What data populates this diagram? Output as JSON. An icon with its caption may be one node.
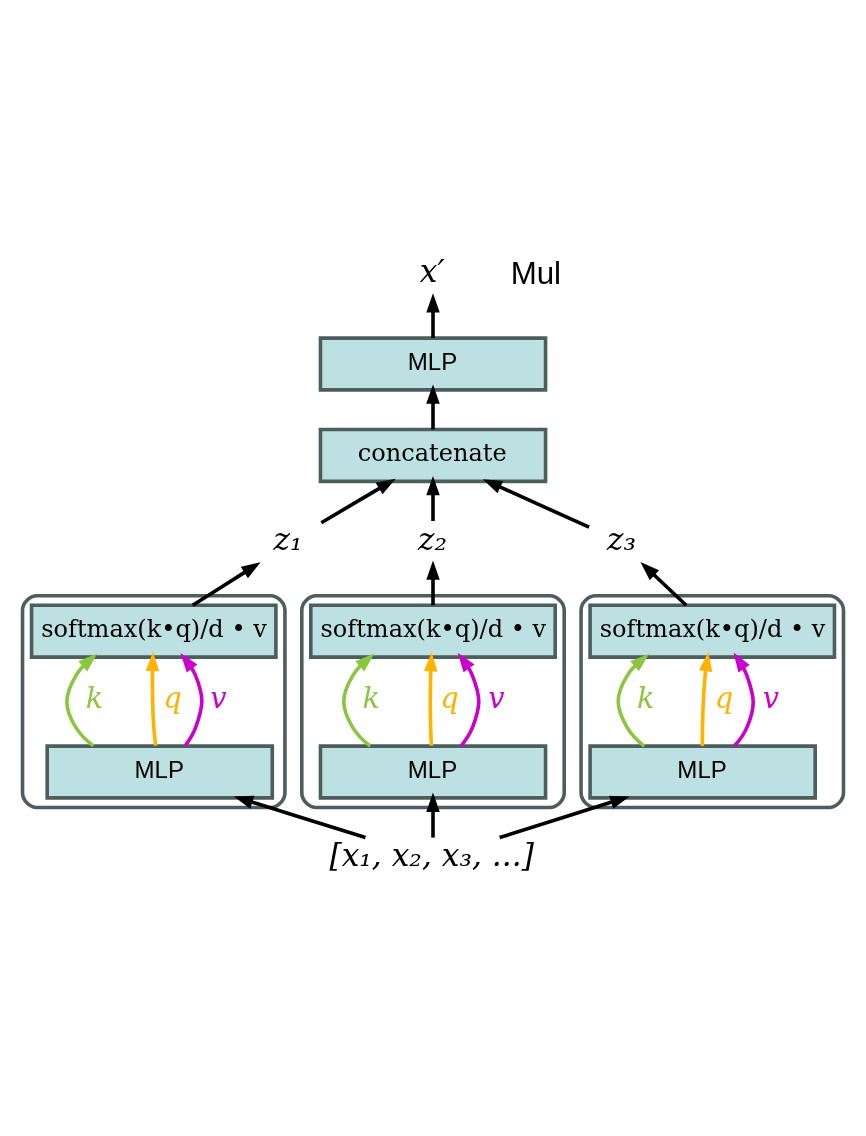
{
  "diagram": {
    "nodes": [
      {
        "text": [
          "x′"
        ]
      },
      {
        "text": [
          "MLP"
        ]
      },
      {
        "text": [
          "concatenate"
        ]
      },
      {
        "text": [
          "z₁"
        ]
      },
      {
        "text": [
          "z₂"
        ]
      },
      {
        "text": [
          "z₃"
        ]
      },
      {
        "text": [],
        "shape": "box"
      },
      {
        "text": [
          "softmax(k•q)/d • v"
        ],
        "in": 6
      },
      {
        "text": [
          "MLP"
        ],
        "in": 6
      },
      {
        "text": [],
        "shape": "box"
      },
      {
        "text": [
          "softmax(k•q)/d • v"
        ],
        "in": 9
      },
      {
        "text": [
          "MLP"
        ],
        "in": 9
      },
      {
        "text": [],
        "shape": "box"
      },
      {
        "text": [
          "softmax(k•q)/d • v"
        ],
        "in": 12
      },
      {
        "text": [
          "MLP"
        ],
        "in": 12
      },
      {
        "text": [
          "[x₁, x₂, x₃, ...]"
        ]
      }
    ],
    "edges": [
      {
        "from": 15,
        "to": 8,
        "arrow": "to"
      },
      {
        "from": 15,
        "to": 11,
        "arrow": "to"
      },
      {
        "from": 15,
        "to": 14,
        "arrow": "to"
      },
      {
        "from": 8,
        "to": 7,
        "arrow": "to",
        "label": "k",
        "color": "#8cc63f"
      },
      {
        "from": 8,
        "to": 7,
        "arrow": "to",
        "label": "q",
        "color": "#ffb300"
      },
      {
        "from": 8,
        "to": 7,
        "arrow": "to",
        "label": "v",
        "color": "#cc00cc"
      },
      {
        "from": 11,
        "to": 10,
        "arrow": "to",
        "label": "k",
        "color": "#8cc63f"
      },
      {
        "from": 11,
        "to": 10,
        "arrow": "to",
        "label": "q",
        "color": "#ffb300"
      },
      {
        "from": 11,
        "to": 10,
        "arrow": "to",
        "label": "v",
        "color": "#cc00cc"
      },
      {
        "from": 14,
        "to": 13,
        "arrow": "to",
        "label": "k",
        "color": "#8cc63f"
      },
      {
        "from": 14,
        "to": 13,
        "arrow": "to",
        "label": "q",
        "color": "#ffb300"
      },
      {
        "from": 14,
        "to": 13,
        "arrow": "to",
        "label": "v",
        "color": "#cc00cc"
      },
      {
        "from": 7,
        "to": 3,
        "arrow": "to"
      },
      {
        "from": 10,
        "to": 4,
        "arrow": "to"
      },
      {
        "from": 13,
        "to": 5,
        "arrow": "to"
      },
      {
        "from": 3,
        "to": 2,
        "arrow": "to"
      },
      {
        "from": 4,
        "to": 2,
        "arrow": "to"
      },
      {
        "from": 5,
        "to": 2,
        "arrow": "to"
      },
      {
        "from": 2,
        "to": 1,
        "arrow": "to"
      },
      {
        "from": 1,
        "to": 0,
        "arrow": "to"
      }
    ],
    "labels": [
      "Mul"
    ]
  }
}
